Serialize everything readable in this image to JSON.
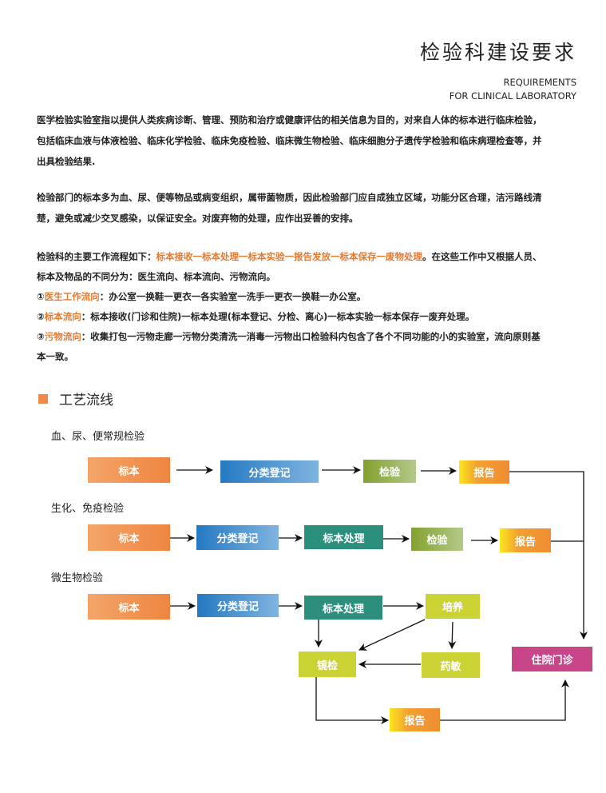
{
  "header": {
    "title": "检验科建设要求",
    "subtitle_line1": "REQUIREMENTS",
    "subtitle_line2": "FOR CLINICAL LABORATORY"
  },
  "body": {
    "p1": [
      "医学检验实验室指以提供人类疾病诊断、管理、预防和治疗或健康评估的相关信息为目的，对来自人体的标本进行临床检验，",
      "包括临床血液与体液检验、临床化学检验、临床免疫检验、临床微生物检验、临床细胞分子遗传学检验和临床病理检查等，并",
      "出具检验结果."
    ],
    "p2": [
      "检验部门的标本多为血、尿、便等物品或病变组织，属带菌物质，因此检验部门应自成独立区域，功能分区合理，洁污路线清",
      "楚，避免或减少交叉感染，以保证安全。对废弃物的处理，应作出妥善的安排。"
    ],
    "p3_prefix": "检验科的主要工作流程如下：",
    "p3_highlight": "标本接收一标本处理一标本实验一报告发放一标本保存一废物处理",
    "p3_suffix": "。在这些工作中又根据人员、",
    "p3_line2": "标本及物品的不同分为：医生流向、标本流向、污物流向。",
    "f1_num": "①",
    "f1_label": "医生工作流向",
    "f1_text": "：办公室一换鞋一更衣一各实验室一洗手一更衣一换鞋一办公室。",
    "f2_num": "②",
    "f2_label": "标本流向",
    "f2_text": "：标本接收(门诊和住院)一标本处理(标本登记、分检、离心)一标本实验一标本保存一废弃处理。",
    "f3_num": "③",
    "f3_label": "污物流向",
    "f3_text": "：收集打包一污物走廊一污物分类清洗一消毒一污物出口检验科内包含了各个不同功能的小的实验室，流向原则基",
    "f3_line2": "本一致。"
  },
  "section": {
    "title": "工艺流线"
  },
  "flow": {
    "row1": {
      "label": "血、尿、便常规检验",
      "nodes": [
        "标本",
        "分类登记",
        "检验",
        "报告"
      ]
    },
    "row2": {
      "label": "生化、免疫检验",
      "nodes": [
        "标本",
        "分类登记",
        "标本处理",
        "检验",
        "报告"
      ]
    },
    "row3": {
      "label": "微生物检验",
      "nodes": [
        "标本",
        "分类登记",
        "标本处理",
        "培养",
        "镜检",
        "药敏",
        "报告"
      ]
    },
    "destination": "住院门诊"
  }
}
